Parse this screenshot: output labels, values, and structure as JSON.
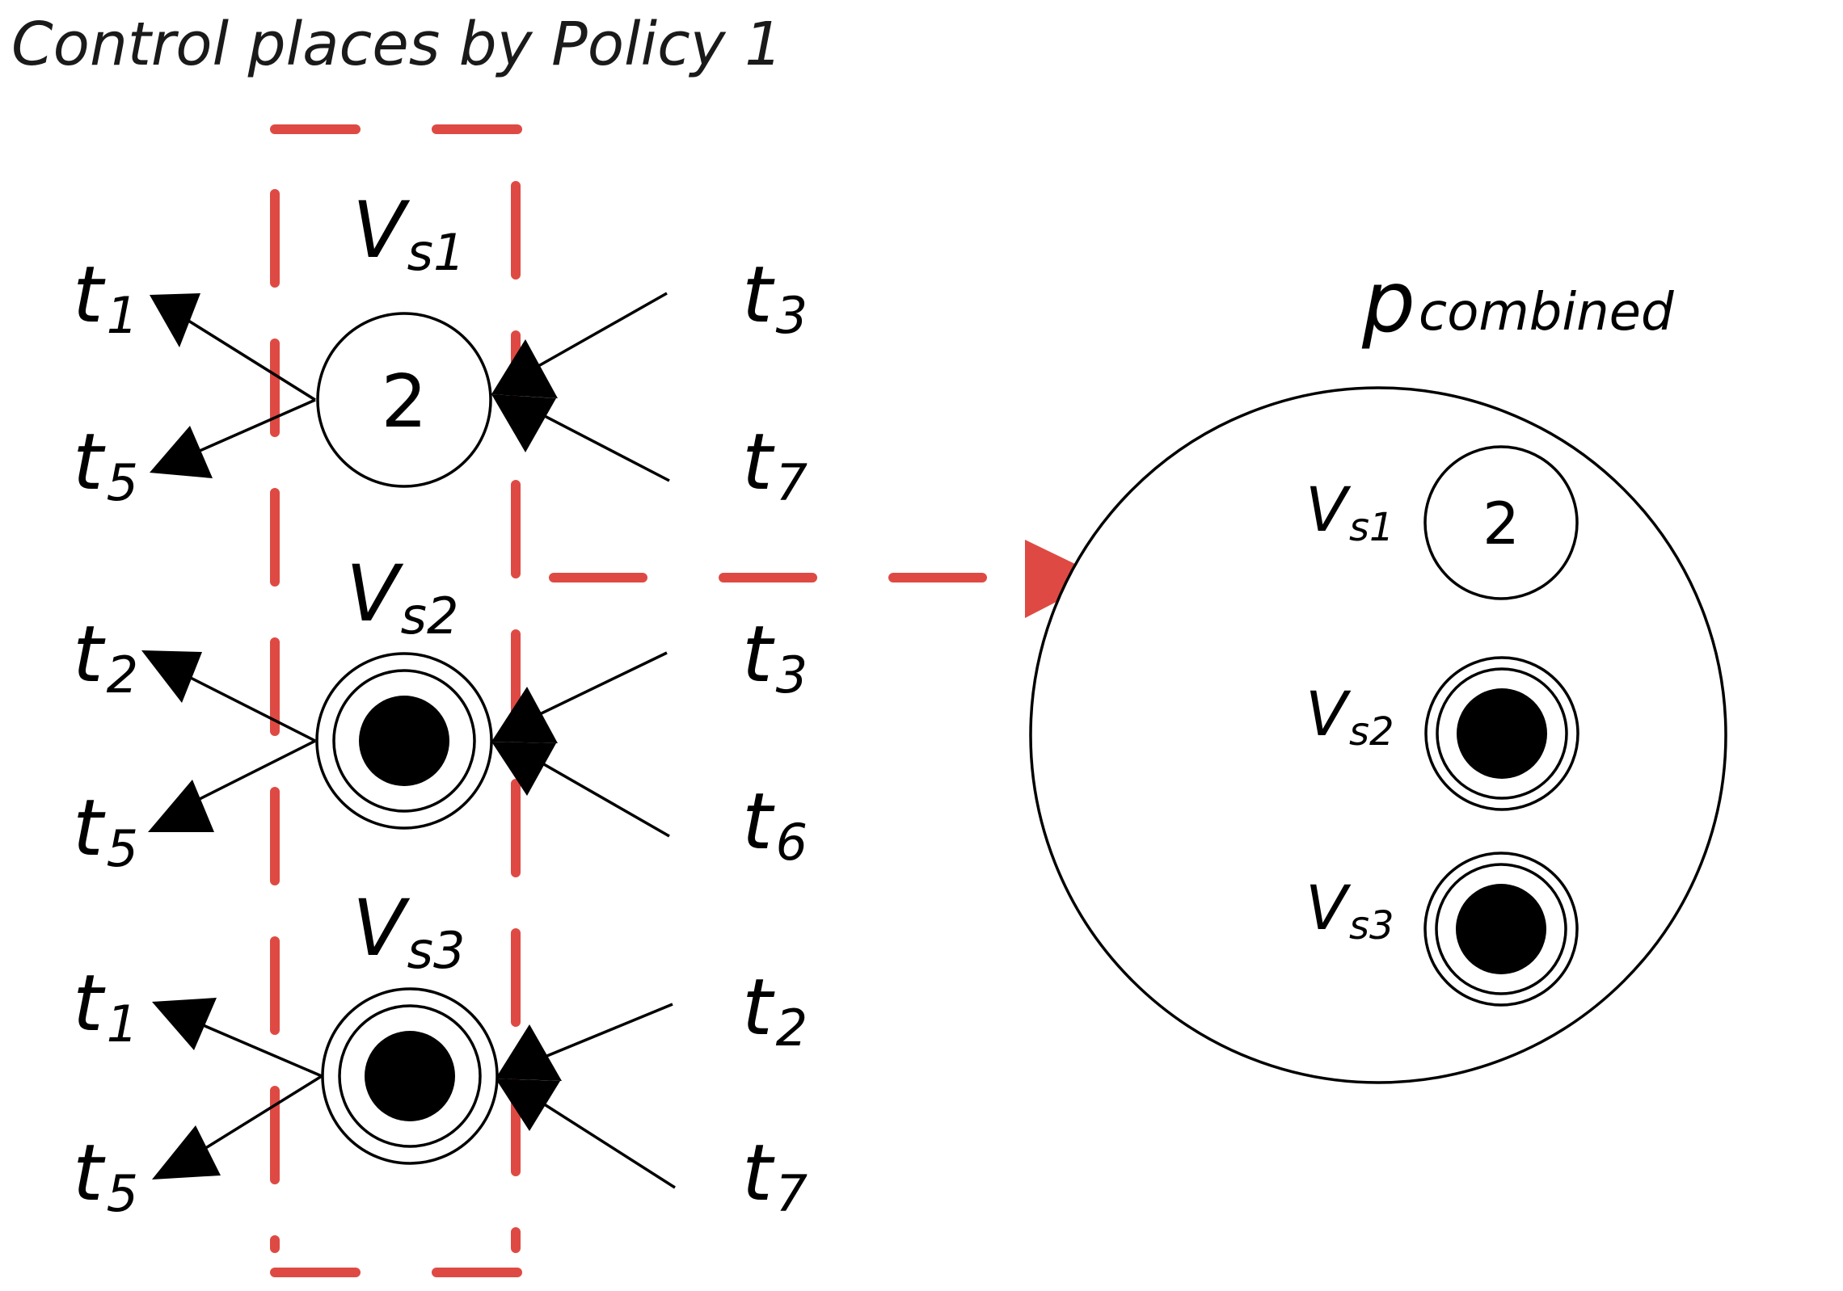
{
  "title": "Control places by Policy 1",
  "colors": {
    "accent_red": "#de4a43",
    "ink": "#000000",
    "background": "#ffffff"
  },
  "control_places": [
    {
      "name": "V",
      "sub": "s1",
      "marking": "2",
      "outputs": [
        {
          "name": "t",
          "sub": "1"
        },
        {
          "name": "t",
          "sub": "5"
        }
      ],
      "inputs": [
        {
          "name": "t",
          "sub": "3"
        },
        {
          "name": "t",
          "sub": "7"
        }
      ]
    },
    {
      "name": "V",
      "sub": "s2",
      "marking": "",
      "outputs": [
        {
          "name": "t",
          "sub": "2"
        },
        {
          "name": "t",
          "sub": "5"
        }
      ],
      "inputs": [
        {
          "name": "t",
          "sub": "3"
        },
        {
          "name": "t",
          "sub": "6"
        }
      ]
    },
    {
      "name": "V",
      "sub": "s3",
      "marking": "",
      "outputs": [
        {
          "name": "t",
          "sub": "1"
        },
        {
          "name": "t",
          "sub": "5"
        }
      ],
      "inputs": [
        {
          "name": "t",
          "sub": "2"
        },
        {
          "name": "t",
          "sub": "7"
        }
      ]
    }
  ],
  "combined_place": {
    "name": "p",
    "sub": "combined",
    "members": [
      {
        "name": "V",
        "sub": "s1",
        "marking": "2"
      },
      {
        "name": "V",
        "sub": "s2",
        "marking": ""
      },
      {
        "name": "V",
        "sub": "s3",
        "marking": ""
      }
    ]
  }
}
